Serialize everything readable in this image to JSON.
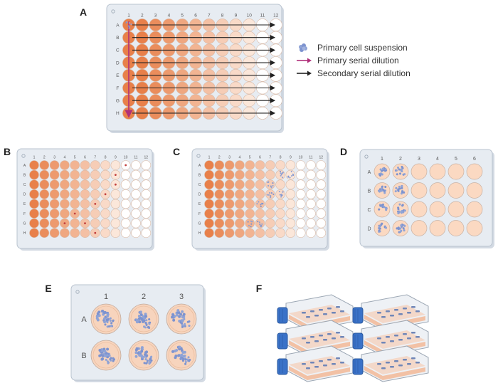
{
  "panels": {
    "A": {
      "label": "A"
    },
    "B": {
      "label": "B"
    },
    "C": {
      "label": "C"
    },
    "D": {
      "label": "D"
    },
    "E": {
      "label": "E"
    },
    "F": {
      "label": "F"
    }
  },
  "plate96": {
    "columns": [
      "1",
      "2",
      "3",
      "4",
      "5",
      "6",
      "7",
      "8",
      "9",
      "10",
      "11",
      "12"
    ],
    "rows": [
      "A",
      "B",
      "C",
      "D",
      "E",
      "F",
      "G",
      "H"
    ]
  },
  "plate24": {
    "columns": [
      "1",
      "2",
      "3",
      "4",
      "5",
      "6"
    ],
    "rows": [
      "A",
      "B",
      "C",
      "D"
    ]
  },
  "plate6": {
    "columns": [
      "1",
      "2",
      "3"
    ],
    "rows": [
      "A",
      "B"
    ]
  },
  "legend": {
    "items": [
      {
        "icon": "cell-cluster-icon",
        "label": "Primary cell suspension"
      },
      {
        "icon": "magenta-arrow-icon",
        "label": "Primary serial dilution"
      },
      {
        "icon": "black-arrow-icon",
        "label": "Secondary serial dilution"
      }
    ]
  },
  "colors": {
    "plate_body": "#e7ecf2",
    "plate_border": "#b9c3cf",
    "well_dark": "#e8804a",
    "well_light": "#fbe7da",
    "well_empty": "#ffffff",
    "cells": "#8fa3d6",
    "primary_arrow": "#b0307a",
    "secondary_arrow": "#222222",
    "flask_cap": "#3a72c8",
    "flask_media": "#f2b997"
  }
}
